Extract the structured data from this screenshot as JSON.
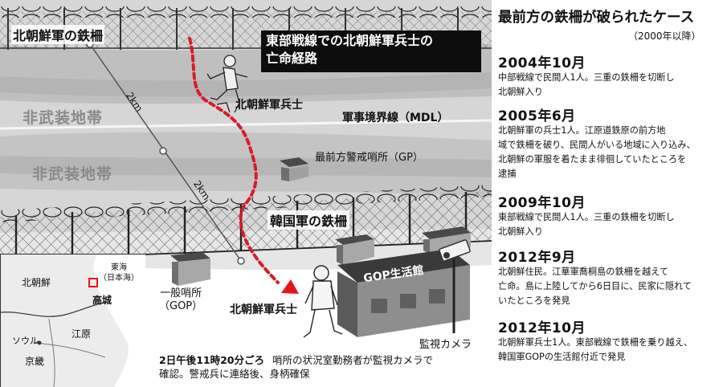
{
  "illustration": {
    "nk_fence_label": "北朝鮮軍の鉄柵",
    "dmz_label_1": "非武装地帯",
    "dmz_label_2": "非武装地帯",
    "callout_line1": "東部戦線での北朝鮮軍兵士の",
    "callout_line2": "亡命経路",
    "soldier_label_top": "北朝鮮軍兵士",
    "mdl_label": "軍事境界線（MDL）",
    "gp_label": "最前方警戒哨所（GP）",
    "sk_fence_label": "韓国軍の鉄柵",
    "distance_1": "2km",
    "distance_2": "2km",
    "gop_label_line1": "一般哨所",
    "gop_label_line2": "（GOP）",
    "soldier_label_bottom": "北朝鮮軍兵士",
    "barracks_label": "GOP生活館",
    "camera_label": "監視カメラ",
    "caption_time": "2日午後11時20分ごろ",
    "caption_text1": "哨所の状況室勤務者が監視カメラで",
    "caption_text2": "確認。警戒兵に連絡後、身柄確保"
  },
  "map": {
    "north_korea": "北朝鮮",
    "east_sea_line1": "東海",
    "east_sea_line2": "（日本海）",
    "goseong": "高城",
    "seoul": "ソウル",
    "gangwon": "江原",
    "gyeonggi": "京畿"
  },
  "cases": {
    "title": "最前方の鉄柵が破られたケース",
    "subtitle": "（2000年以降）",
    "items": [
      {
        "year": "2004年10月",
        "lines": [
          "中部戦線で民間人1人。三重の鉄柵を切断し",
          "北朝鮮入り"
        ]
      },
      {
        "year": "2005年6月",
        "lines": [
          "北朝鮮軍の兵士1人。江原道鉄原の前方地",
          "域で鉄柵を破り、民間人がいる地域に入り込み、",
          "北朝鮮の軍服を着たまま徘徊していたところを",
          "逮捕"
        ]
      },
      {
        "year": "2009年10月",
        "lines": [
          "東部戦線で民間人1人。三重の鉄柵を切断し",
          "北朝鮮入り"
        ]
      },
      {
        "year": "2012年9月",
        "lines": [
          "北朝鮮住民。江華軍喬桐島の鉄柵を越えて",
          "亡命。島に上陸してから6日目に、民家に隠れて",
          "いたところを発見"
        ]
      },
      {
        "year": "2012年10月",
        "lines": [
          "北朝鮮軍兵士1人。東部戦線で鉄柵を乗り越え、",
          "韓国軍GOPの生活館付近で発見"
        ]
      }
    ]
  },
  "colors": {
    "route": "#d81b2a",
    "marker": "#e4131d",
    "map_box": "#e4131d"
  },
  "icons": [
    "wire-fence-icon",
    "running-soldier-icon",
    "walking-soldier-icon",
    "guard-post-icon",
    "barracks-icon",
    "surveillance-camera-icon",
    "route-arrow-icon",
    "location-marker-icon"
  ]
}
